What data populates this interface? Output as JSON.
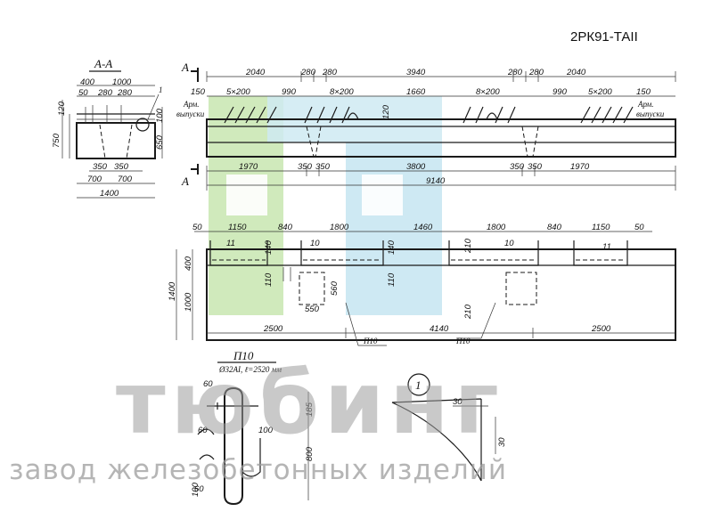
{
  "title": "2РК91-ТАII",
  "watermark": {
    "brand": "тюбинг",
    "subtitle": "завод железобетонных изделий",
    "logo": "logo-squares-green-blue"
  },
  "section_aa": {
    "label": "А-А",
    "dims": [
      "400",
      "1000",
      "50",
      "280",
      "280",
      "120",
      "750",
      "650",
      "100",
      "350",
      "350",
      "700",
      "700",
      "1400"
    ],
    "callout": "1"
  },
  "elevation": {
    "section_mark": "А",
    "top_dims": [
      "2040",
      "280",
      "280",
      "3940",
      "280",
      "280",
      "2040"
    ],
    "second_dims": [
      "150",
      "5×200",
      "990",
      "8×200",
      "1660",
      "8×200",
      "990",
      "5×200",
      "150"
    ],
    "arm_label_left": [
      "Арм.",
      "выпуски"
    ],
    "arm_label_right": [
      "Арм.",
      "выпуски"
    ],
    "side_dim": "120",
    "bottom_dims": [
      "1970",
      "350",
      "350",
      "3800",
      "350",
      "350",
      "1970"
    ],
    "total": "9140"
  },
  "plan": {
    "top_dims": [
      "50",
      "1150",
      "840",
      "1800",
      "1460",
      "1800",
      "840",
      "1150",
      "50"
    ],
    "side_dims": [
      "1400",
      "400",
      "1000"
    ],
    "inner_dims": [
      "140",
      "110",
      "140",
      "110",
      "210",
      "210",
      "560",
      "550"
    ],
    "marks": [
      "11",
      "10",
      "10",
      "11"
    ],
    "bottom_dims": [
      "2500",
      "4140",
      "2500"
    ],
    "callouts": [
      "П10",
      "П10"
    ]
  },
  "detail_p10": {
    "title": "П10",
    "spec": "Ø32АI, ℓ=2520 мм",
    "dims": [
      "60",
      "185",
      "100",
      "60",
      "800",
      "100",
      "60"
    ]
  },
  "detail_1": {
    "number": "1",
    "dims": [
      "30",
      "30"
    ]
  }
}
